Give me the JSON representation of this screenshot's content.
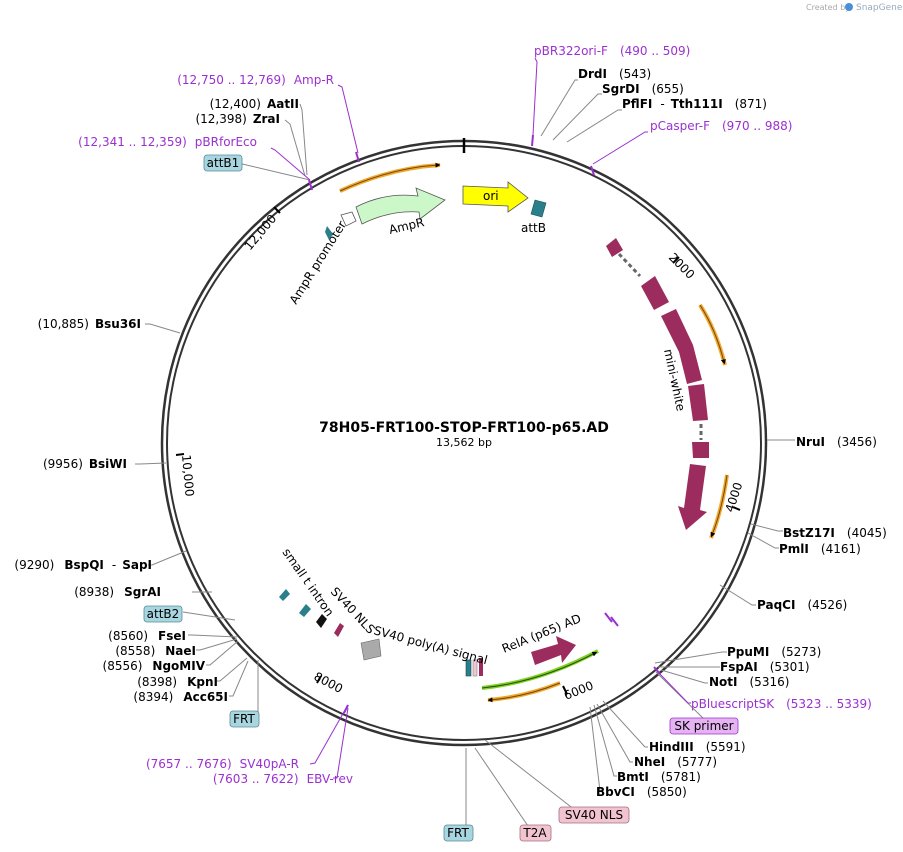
{
  "credit": "Created by",
  "brand": "SnapGene",
  "plasmid": {
    "name": "78H05-FRT100-STOP-FRT100-p65.AD",
    "length": "13,562 bp"
  },
  "ticks": [
    "2000",
    "4000",
    "6000",
    "8000",
    "10,000",
    "12,000"
  ],
  "sites": [
    {
      "name": "DrdI",
      "pos": "(543)"
    },
    {
      "name": "SgrDI",
      "pos": "(655)"
    },
    {
      "name": "PflFI",
      "sep": "-",
      "name2": "Tth111I",
      "pos": "(871)"
    },
    {
      "name": "NruI",
      "pos": "(3456)"
    },
    {
      "name": "BstZ17I",
      "pos": "(4045)"
    },
    {
      "name": "PmlI",
      "pos": "(4161)"
    },
    {
      "name": "PaqCI",
      "pos": "(4526)"
    },
    {
      "name": "PpuMI",
      "pos": "(5273)"
    },
    {
      "name": "FspAI",
      "pos": "(5301)"
    },
    {
      "name": "NotI",
      "pos": "(5316)"
    },
    {
      "name": "HindIII",
      "pos": "(5591)"
    },
    {
      "name": "NheI",
      "pos": "(5777)"
    },
    {
      "name": "BmtI",
      "pos": "(5781)"
    },
    {
      "name": "BbvCI",
      "pos": "(5850)"
    },
    {
      "name": "AatII",
      "pos": "(12,400)"
    },
    {
      "name": "ZraI",
      "pos": "(12,398)"
    },
    {
      "name": "Bsu36I",
      "pos": "(10,885)"
    },
    {
      "name": "BsiWI",
      "pos": "(9956)"
    },
    {
      "name": "BspQI",
      "sep": "-",
      "name2": "SapI",
      "pos": "(9290)"
    },
    {
      "name": "SgrAI",
      "pos": "(8938)"
    },
    {
      "name": "FseI",
      "pos": "(8560)"
    },
    {
      "name": "NaeI",
      "pos": "(8558)"
    },
    {
      "name": "NgoMIV",
      "pos": "(8556)"
    },
    {
      "name": "KpnI",
      "pos": "(8398)"
    },
    {
      "name": "Acc65I",
      "pos": "(8394)"
    }
  ],
  "primers": [
    {
      "name": "pBR322ori-F",
      "range": "(490 .. 509)"
    },
    {
      "name": "pCasper-F",
      "range": "(970 .. 988)"
    },
    {
      "name": "pBluescriptSK",
      "range": "(5323 .. 5339)"
    },
    {
      "name": "Amp-R",
      "range": "(12,750 .. 12,769)"
    },
    {
      "name": "pBRforEco",
      "range": "(12,341 .. 12,359)"
    },
    {
      "name": "SV40pA-R",
      "range": "(7657 .. 7676)"
    },
    {
      "name": "EBV-rev",
      "range": "(7603 .. 7622)"
    }
  ],
  "features": {
    "ori": "ori",
    "attB": "attB",
    "ampr": "AmpR",
    "ampr_promoter": "AmpR promoter",
    "mini_white": "mini-white",
    "rela": "RelA (p65) AD",
    "sv40_polya": "SV40 poly(A) signal",
    "sv40_nls": "SV40 NLS",
    "small_t": "small t intron"
  },
  "tags": {
    "attB1": "attB1",
    "attB2": "attB2",
    "frt_left": "FRT",
    "frt_bottom": "FRT",
    "t2a": "T2A",
    "sv40_nls_box": "SV40 NLS",
    "sk_primer": "SK primer"
  },
  "colors": {
    "backbone": "#333333",
    "ori": "#ffff00",
    "attB": "#2a7f8a",
    "ampr": "#ccf7c8",
    "mini_white": "#9c2c5e",
    "primer": "#9b30d0",
    "orange_arrow": "#f5a623",
    "green_arrow": "#7ed321",
    "tag_blue": "#a8d6e0",
    "tag_pink": "#f2c4d0",
    "tag_purple": "#e6b3f2"
  }
}
